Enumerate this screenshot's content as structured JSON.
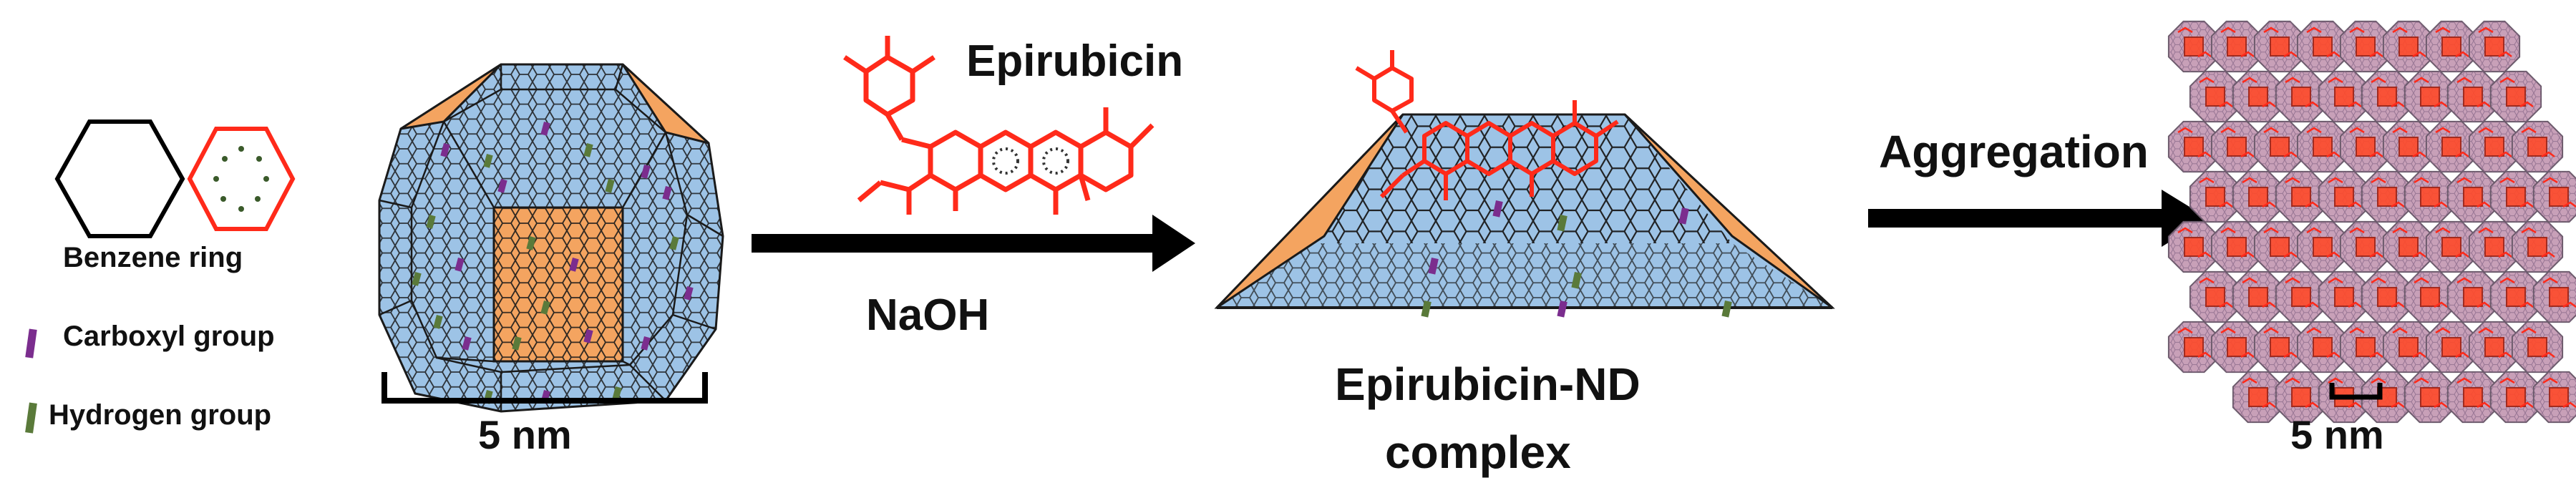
{
  "legend": {
    "benzene_label": "Benzene ring",
    "carboxyl_label": "Carboxyl group",
    "hydrogen_label": "Hydrogen group"
  },
  "nd_scale": "5 nm",
  "epirubicin_label": "Epirubicin",
  "naoh_label": "NaOH",
  "complex_label_line1": "Epirubicin-ND",
  "complex_label_line2": "complex",
  "aggregation_label": "Aggregation",
  "aggregate_scale": "5 nm",
  "colors": {
    "nd_face": "#9dc3e6",
    "nd_orange": "#f4a460",
    "epirubicin_red": "#ff2a1a",
    "carboxyl": "#7b2d8e",
    "hydrogen": "#5a7a3a",
    "aggregate": "#c8a0b8"
  }
}
